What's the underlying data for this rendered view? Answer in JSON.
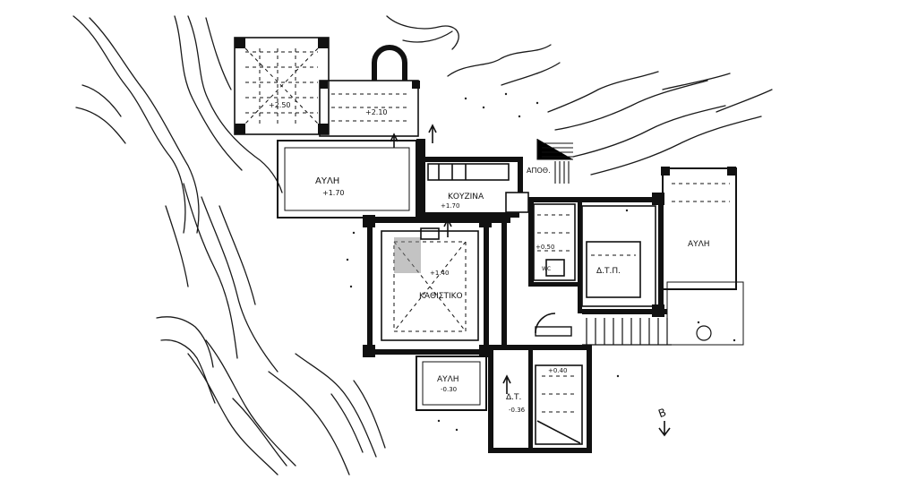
{
  "plan": {
    "rooms": {
      "courtyard_left": "ΑΥΛΗ",
      "courtyard_left_level": "+1.70",
      "kitchen": "ΚΟΥΖΙΝΑ",
      "kitchen_level": "+1.70",
      "storage": "ΑΠΟΘ.",
      "living": "ΚΑΘΙΣΤΙΚΟ",
      "living_level": "+1.40",
      "bedroom": "Δ.Τ.Π.",
      "courtyard_right": "ΑΥΛΗ",
      "courtyard_bottom": "ΑΥΛΗ",
      "courtyard_bottom_level": "-0.30",
      "bedroom_lower": "Δ.Τ.",
      "bedroom_lower_level": "-0.36",
      "wc": "WC"
    },
    "levels": {
      "pergola": "+2.50",
      "upper_terrace": "+2.10",
      "hall": "+0.50",
      "lower_hall": "+0.40"
    },
    "north_arrow": "B",
    "colors": {
      "ink": "#111111",
      "paper": "#ffffff"
    }
  }
}
